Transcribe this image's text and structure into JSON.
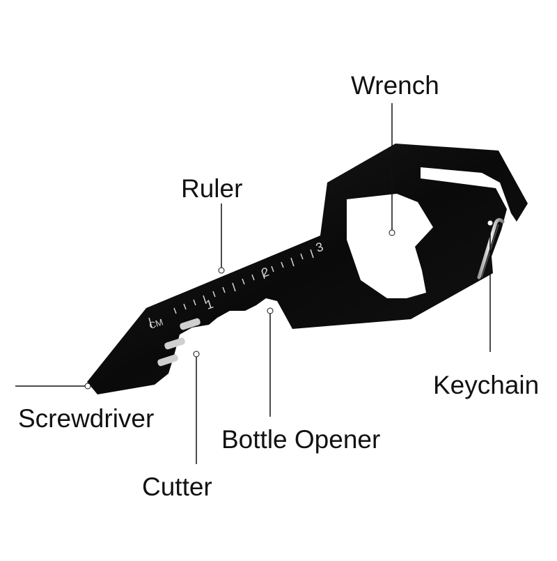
{
  "labels": {
    "wrench": "Wrench",
    "ruler": "Ruler",
    "keychain": "Keychain",
    "screwdriver": "Screwdriver",
    "bottle_opener": "Bottle Opener",
    "cutter": "Cutter"
  },
  "tool": {
    "ruler_unit": "CM",
    "ruler_numbers": [
      "1",
      "2",
      "3"
    ],
    "body_color": "#0b0b0b",
    "marking_color": "#d8d8d8"
  }
}
